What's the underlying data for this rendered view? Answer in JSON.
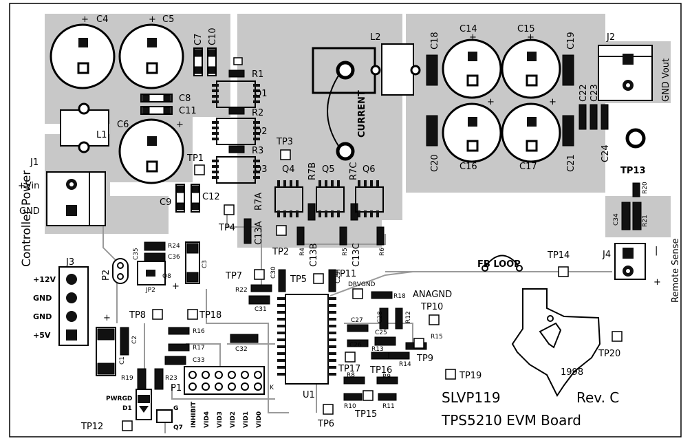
{
  "board": {
    "title_line1": "SLVP119",
    "revision": "Rev. C",
    "title_line2": "TPS5210 EVM Board",
    "year": "1998"
  },
  "connectors": {
    "j1": {
      "ref": "J1",
      "pin1": "+Vin",
      "pin2": "GND"
    },
    "j2": {
      "ref": "J2",
      "label": "GND Vout"
    },
    "j3": {
      "ref": "J3",
      "title": "Controller Power",
      "pins": [
        "+12V",
        "GND",
        "GND",
        "+5V"
      ]
    },
    "j4": {
      "ref": "J4",
      "title": "Remote Sense",
      "minus": "|",
      "plus": "+"
    }
  },
  "silkscreen": {
    "current": "CURRENT",
    "fb_loop": "FB LOOP",
    "drvgnd": "DRVGND",
    "anagnd": "ANAGND",
    "pwrgd": "PWRGD",
    "k_mark": "K",
    "plus": "+",
    "gate": "G",
    "header_pins": [
      "INHIBIT",
      "VID4",
      "VID3",
      "VID2",
      "VID1",
      "VID0"
    ]
  },
  "refdes": {
    "c4": "C4",
    "c5": "C5",
    "c6": "C6",
    "c7": "C7",
    "c10": "C10",
    "c8": "C8",
    "c11": "C11",
    "c9": "C9",
    "c12": "C12",
    "c14": "C14",
    "c15": "C15",
    "c16": "C16",
    "c17": "C17",
    "c18": "C18",
    "c19": "C19",
    "c20": "C20",
    "c21": "C21",
    "c22": "C22",
    "c23": "C23",
    "c24": "C24",
    "c13a": "C13A",
    "c13b": "C13B",
    "c13c": "C13C",
    "c35": "C35",
    "c36": "C36",
    "c3": "C3",
    "c30": "C30",
    "c29": "C29",
    "c31": "C31",
    "c32": "C32",
    "c33": "C33",
    "c27": "C27",
    "c28": "C28",
    "c25": "C25",
    "c26": "C26",
    "c2": "C2",
    "c1": "C1",
    "c34": "C34",
    "r1": "R1",
    "r2": "R2",
    "r3": "R3",
    "r7a": "R7A",
    "r7b": "R7B",
    "r7c": "R7C",
    "r4": "R4",
    "r5": "R5",
    "r6": "R6",
    "r24": "R24",
    "r22": "R22",
    "r18": "R18",
    "r12": "R12",
    "r15": "R15",
    "r13": "R13",
    "r14": "R14",
    "r16": "R16",
    "r17": "R17",
    "r19": "R19",
    "r23": "R23",
    "r8": "R8",
    "r9": "R9",
    "r10": "R10",
    "r11": "R11",
    "r20": "R20",
    "r21": "R21",
    "q1": "Q1",
    "q2": "Q2",
    "q3": "Q3",
    "q4": "Q4",
    "q5": "Q5",
    "q6": "Q6",
    "q7": "Q7",
    "q8": "Q8",
    "l1": "L1",
    "l2": "L2",
    "u1": "U1",
    "p1": "P1",
    "p2": "P2",
    "jp2": "JP2",
    "d1": "D1"
  },
  "test_points": {
    "tp1": "TP1",
    "tp2": "TP2",
    "tp3": "TP3",
    "tp4": "TP4",
    "tp5": "TP5",
    "tp6": "TP6",
    "tp7": "TP7",
    "tp8": "TP8",
    "tp9": "TP9",
    "tp10": "TP10",
    "tp11": "TP11",
    "tp12": "TP12",
    "tp13": "TP13",
    "tp14": "TP14",
    "tp15": "TP15",
    "tp16": "TP16",
    "tp17": "TP17",
    "tp18": "TP18",
    "tp19": "TP19",
    "tp20": "TP20"
  }
}
